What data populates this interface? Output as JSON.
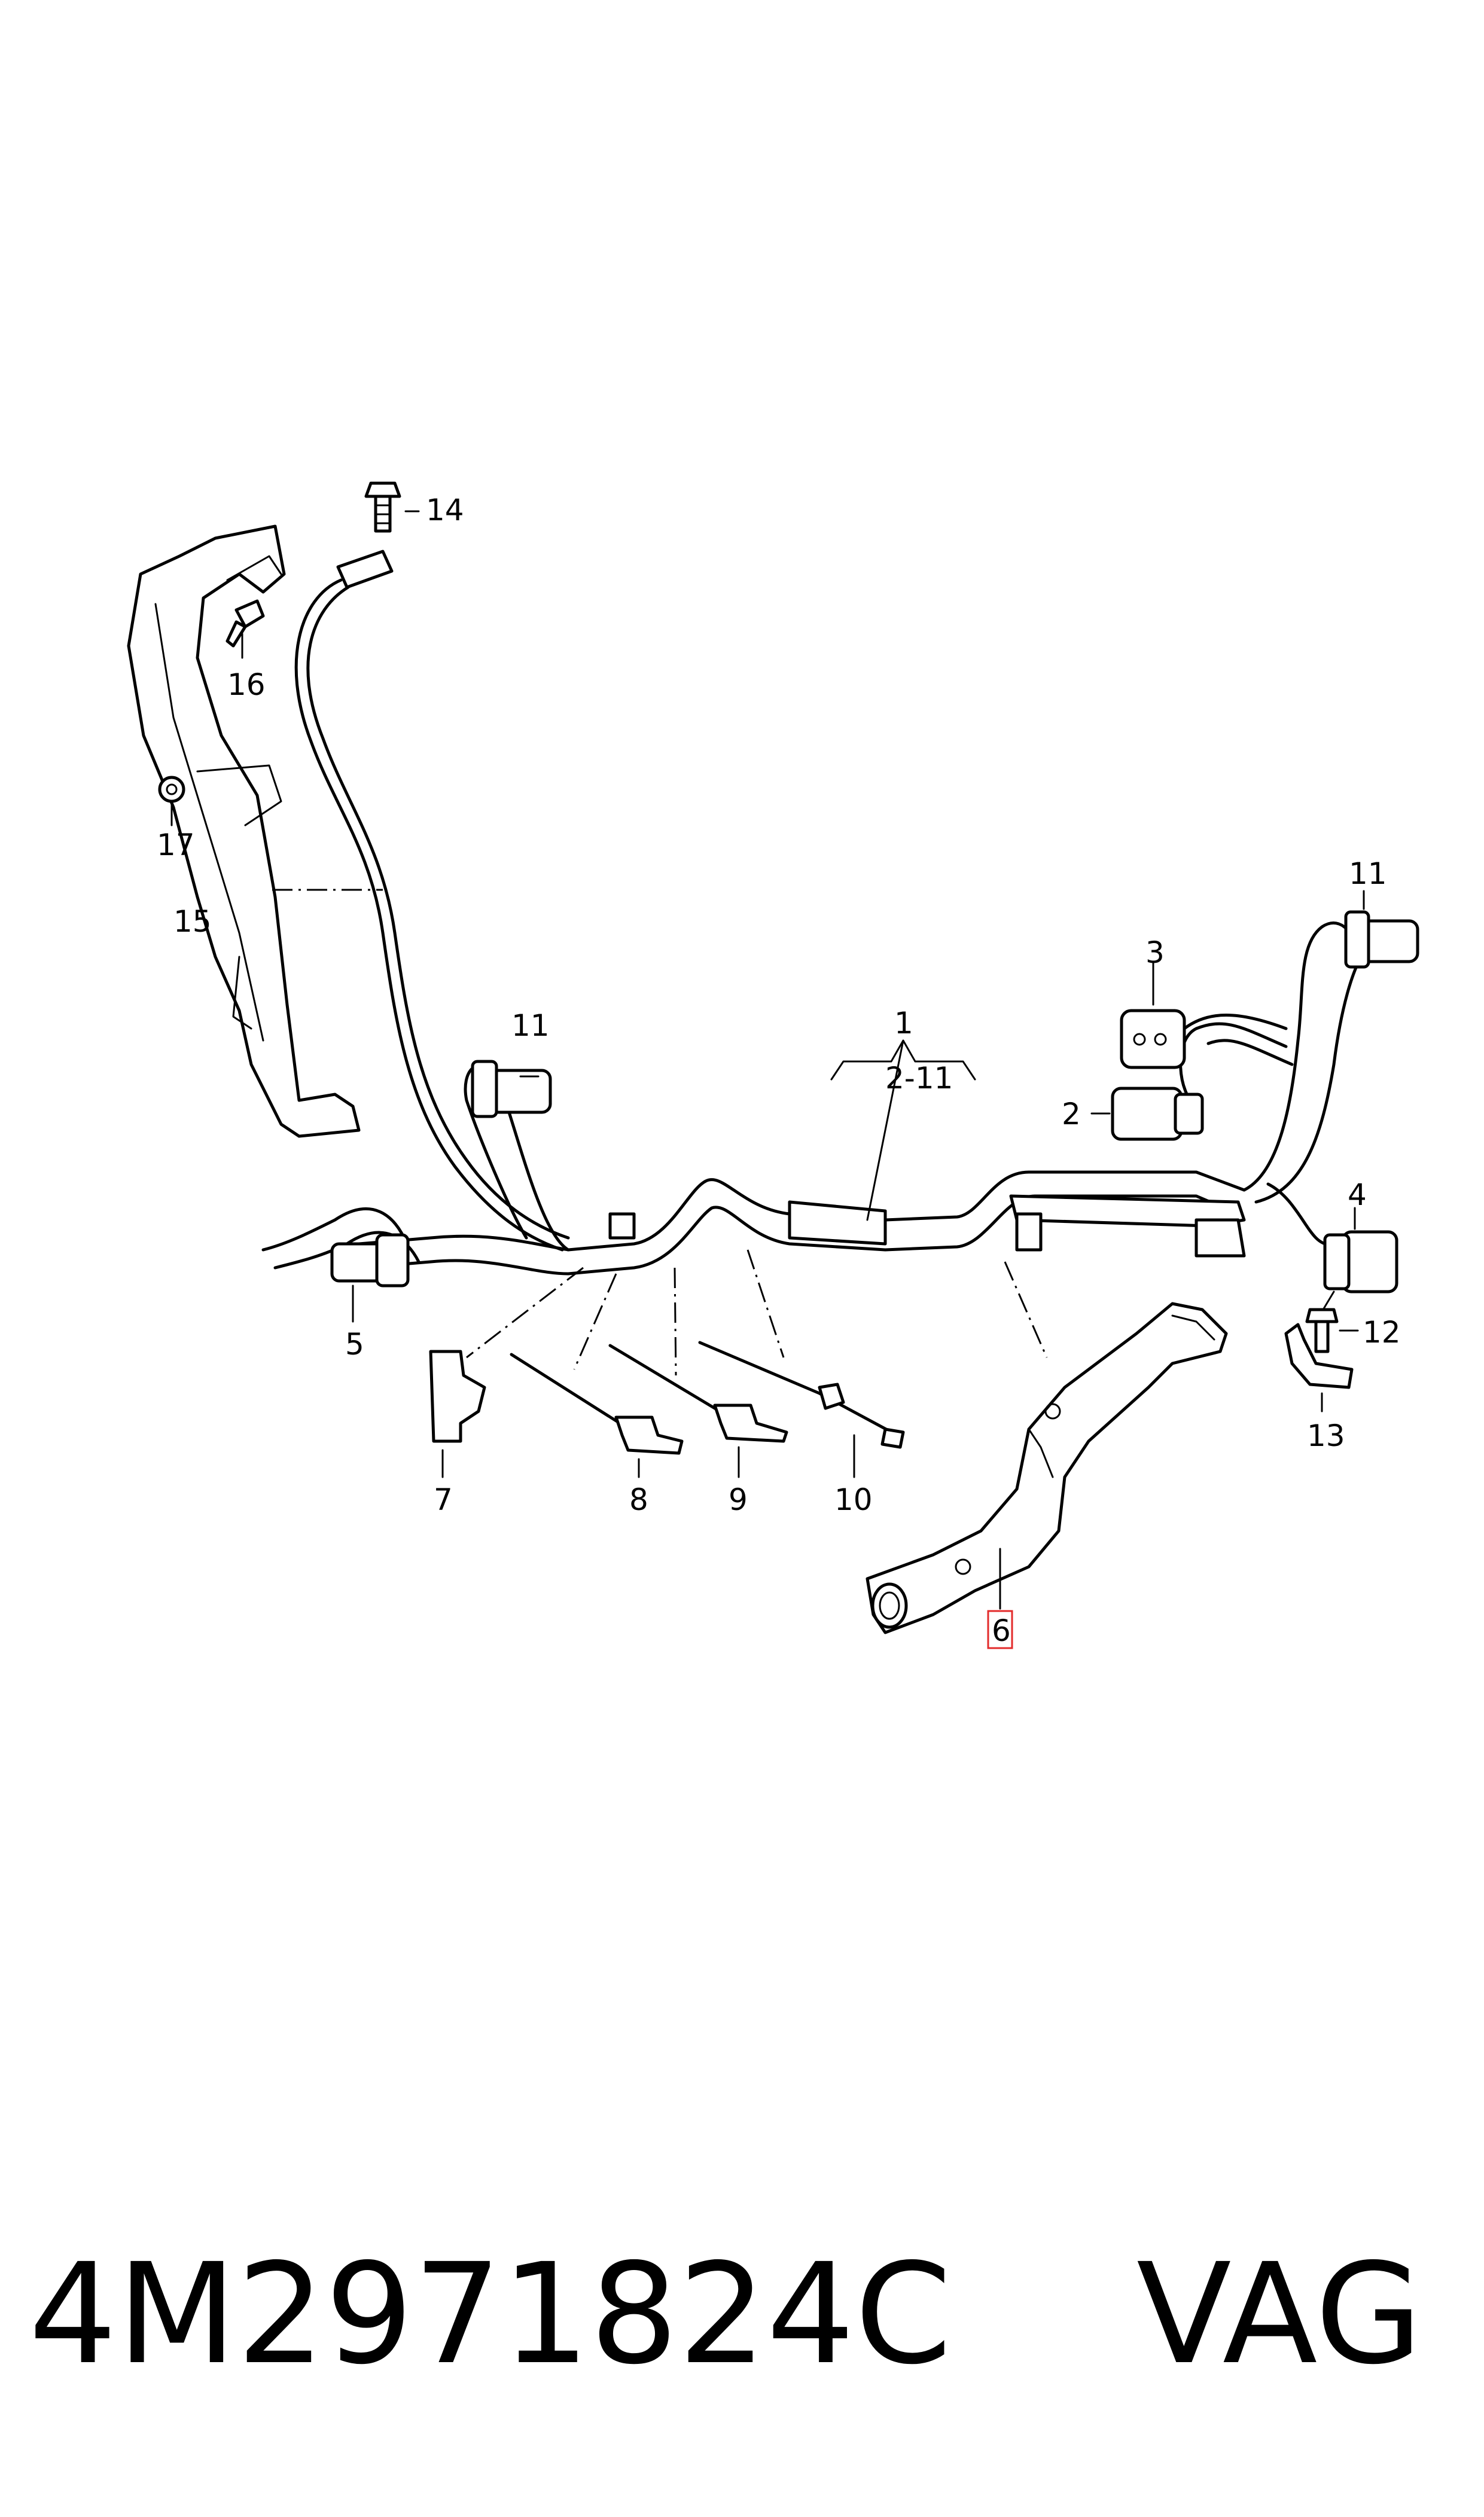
{
  "diagram": {
    "callouts": {
      "c1": "1",
      "c2_11": "2-11",
      "c2": "2",
      "c3": "3",
      "c4": "4",
      "c5": "5",
      "c6": "6",
      "c7": "7",
      "c8": "8",
      "c9": "9",
      "c10": "10",
      "c11a": "11",
      "c11b": "11",
      "c12": "12",
      "c13": "13",
      "c14": "14",
      "c15": "15",
      "c16": "16",
      "c17": "17"
    },
    "highlighted_callout": "6",
    "highlight_color": "#e32b2b"
  },
  "footer": {
    "part_number": "4M2971824C",
    "brand": "VAG"
  }
}
